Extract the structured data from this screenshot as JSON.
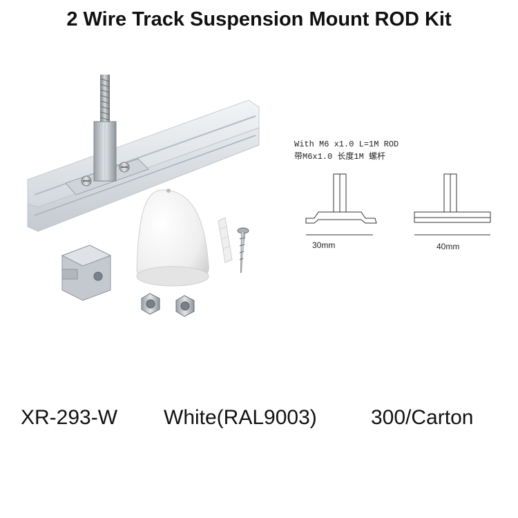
{
  "title": "2 Wire Track Suspension Mount ROD Kit",
  "drawing": {
    "note_line1": "With M6 x1.0 L=1M ROD",
    "note_line2": "带M6x1.0 长度1M 螺杆",
    "dim_left": "30mm",
    "dim_right": "40mm"
  },
  "footer": {
    "model": "XR-293-W",
    "color": "White(RAL9003)",
    "packing": "300/Carton"
  }
}
